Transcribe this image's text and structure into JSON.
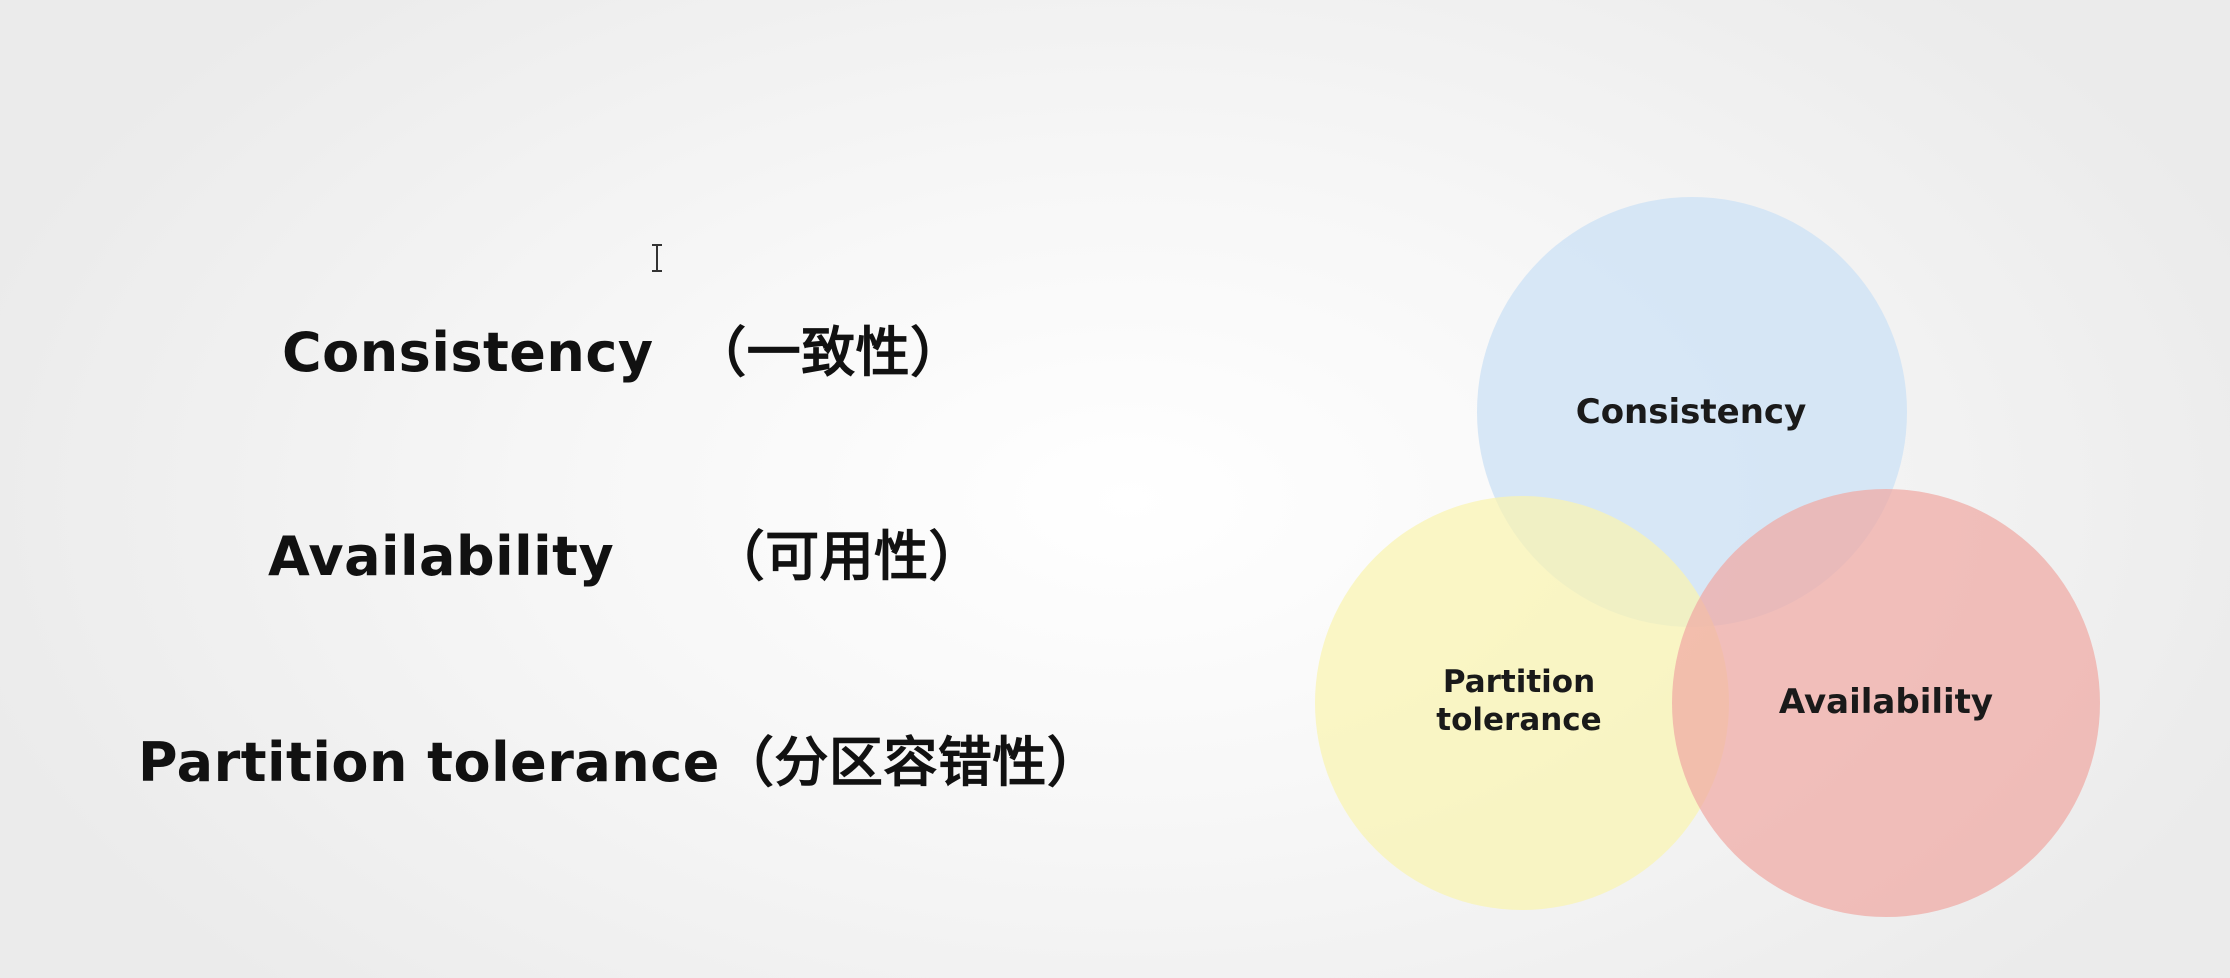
{
  "slide": {
    "terms": [
      {
        "en": "Consistency",
        "zh": "（一致性）"
      },
      {
        "en": "Availability",
        "zh": "（可用性）"
      },
      {
        "en": "Partition tolerance",
        "zh": "（分区容错性）"
      }
    ]
  },
  "venn": {
    "circles": [
      {
        "label": "Consistency",
        "color": "#cfe3f5"
      },
      {
        "label": "Availability",
        "color": "#f0a9a3"
      },
      {
        "label_lines": [
          "Partition",
          "tolerance"
        ],
        "color": "#f9f4b0"
      }
    ]
  },
  "icons": {
    "text_cursor": "i-beam-cursor-icon"
  }
}
